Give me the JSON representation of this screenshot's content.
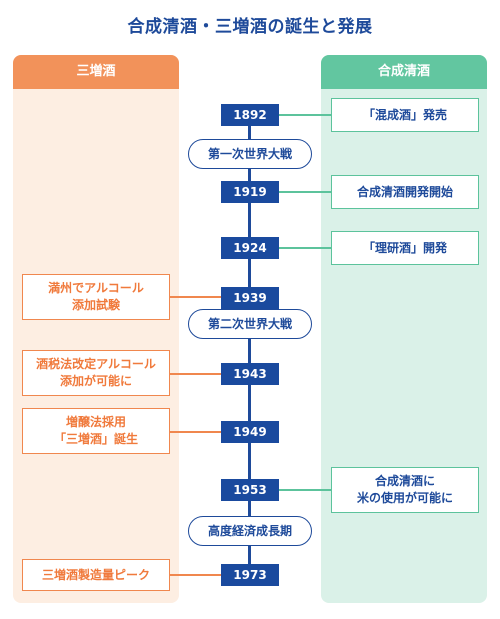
{
  "title": "合成清酒・三増酒の誕生と発展",
  "columns": {
    "left": "三増酒",
    "right": "合成清酒"
  },
  "years": [
    "1892",
    "1919",
    "1924",
    "1939",
    "1943",
    "1949",
    "1953",
    "1973"
  ],
  "eras": [
    "第一次世界大戦",
    "第二次世界大戦",
    "高度経済成長期"
  ],
  "left_events": [
    {
      "year": "1939",
      "lines": [
        "満州でアルコール",
        "添加試験"
      ]
    },
    {
      "year": "1943",
      "lines": [
        "酒税法改定アルコール",
        "添加が可能に"
      ]
    },
    {
      "year": "1949",
      "lines": [
        "増醸法採用",
        "「三増酒」誕生"
      ]
    },
    {
      "year": "1973",
      "lines": [
        "三増酒製造量ピーク"
      ]
    }
  ],
  "right_events": [
    {
      "year": "1892",
      "lines": [
        "「混成酒」発売"
      ]
    },
    {
      "year": "1919",
      "lines": [
        "合成清酒開発開始"
      ]
    },
    {
      "year": "1924",
      "lines": [
        "「理研酒」開発"
      ]
    },
    {
      "year": "1953",
      "lines": [
        "合成清酒に",
        "米の使用が可能に"
      ]
    }
  ]
}
